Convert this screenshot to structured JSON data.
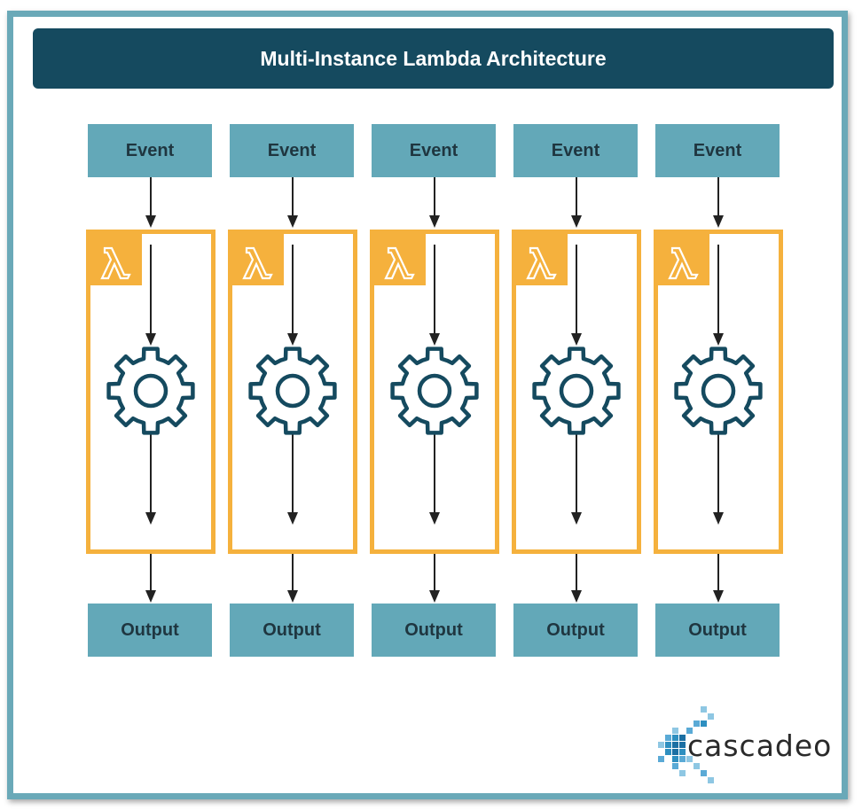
{
  "title": "Multi-Instance Lambda Architecture",
  "instances": [
    {
      "event_label": "Event",
      "output_label": "Output"
    },
    {
      "event_label": "Event",
      "output_label": "Output"
    },
    {
      "event_label": "Event",
      "output_label": "Output"
    },
    {
      "event_label": "Event",
      "output_label": "Output"
    },
    {
      "event_label": "Event",
      "output_label": "Output"
    }
  ],
  "logo": {
    "text": "cascadeo"
  },
  "colors": {
    "title_bg": "#154a5f",
    "box_bg": "#63a8b8",
    "lambda_orange": "#f5b13d",
    "gear_stroke": "#154a5f",
    "frame_border": "#6aa9b8"
  },
  "icons": {
    "lambda": "lambda-icon",
    "gear": "gear-icon"
  }
}
